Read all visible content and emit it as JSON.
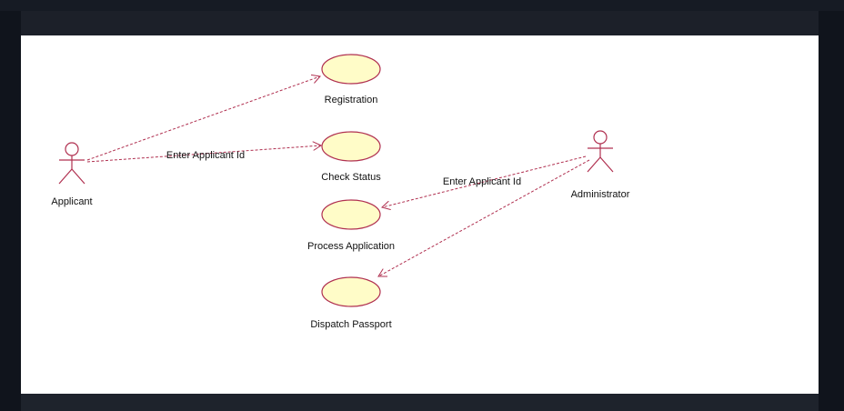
{
  "diagram": {
    "actors": {
      "applicant": "Applicant",
      "administrator": "Administrator"
    },
    "use_cases": {
      "registration": "Registration",
      "check_status": "Check Status",
      "process_application": "Process Application",
      "dispatch_passport": "Dispatch Passport"
    },
    "edge_labels": {
      "applicant_check_status": "Enter Applicant Id",
      "administrator_process": "Enter Applicant Id"
    },
    "colors": {
      "line": "#b03050",
      "usecase_fill": "#fffcc8",
      "canvas": "#ffffff"
    }
  }
}
